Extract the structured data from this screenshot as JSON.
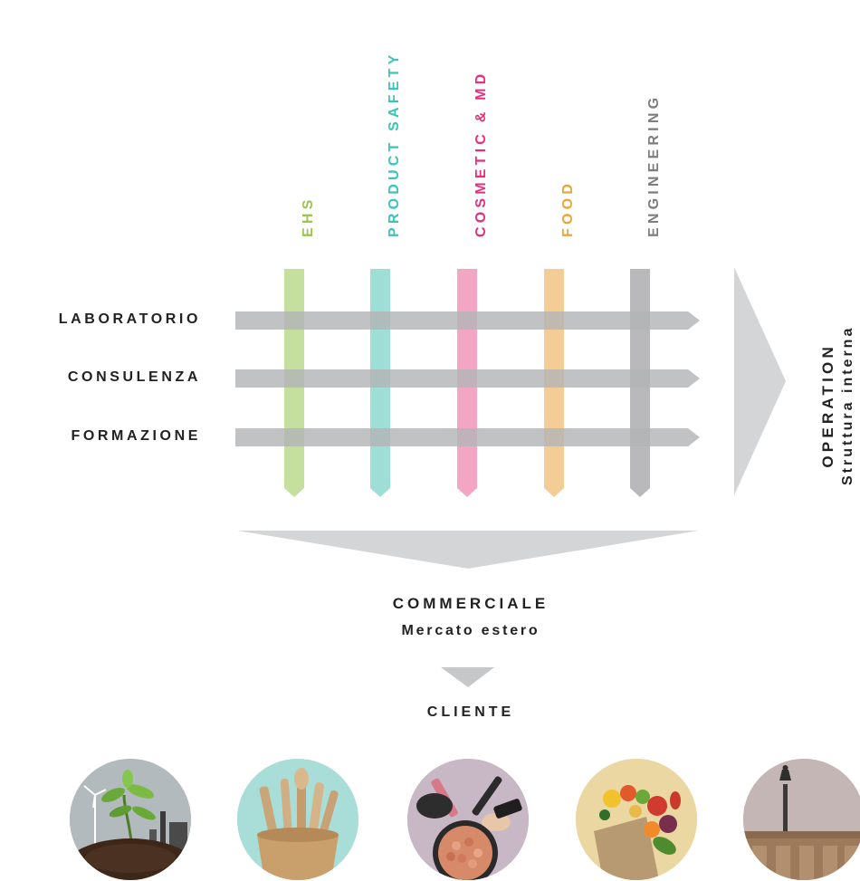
{
  "sectors": [
    {
      "label": "EHS",
      "color": "#9cc44f",
      "band": "#c4df9e"
    },
    {
      "label": "PRODUCT SAFETY",
      "color": "#3ec3b7",
      "band": "#9fded6"
    },
    {
      "label": "COSMETIC & MD",
      "color": "#e5307f",
      "band": "#f2a6c3"
    },
    {
      "label": "FOOD",
      "color": "#e8a63a",
      "band": "#f4cc96"
    },
    {
      "label": "ENGINEERING",
      "color": "#7e7e80",
      "band": "#b9b9bb"
    }
  ],
  "services": [
    "LABORATORIO",
    "CONSULENZA",
    "FORMAZIONE"
  ],
  "operation": {
    "title": "OPERATION",
    "subtitle": "Struttura interna"
  },
  "commerciale": {
    "title": "COMMERCIALE",
    "subtitle": "Mercato estero"
  },
  "cliente": "CLIENTE",
  "colors": {
    "arrow_gray": "#b3b4b6",
    "light_gray": "#d4d5d7",
    "text": "#222222"
  },
  "client_images": [
    {
      "name": "plant-industry-image",
      "bg": "#aeb4b6"
    },
    {
      "name": "wooden-cutlery-image",
      "bg": "#a7dcd6"
    },
    {
      "name": "cosmetics-image",
      "bg": "#c6b6c4"
    },
    {
      "name": "grocery-bag-image",
      "bg": "#e8d59f"
    },
    {
      "name": "historic-building-image",
      "bg": "#c1b4b3"
    }
  ]
}
